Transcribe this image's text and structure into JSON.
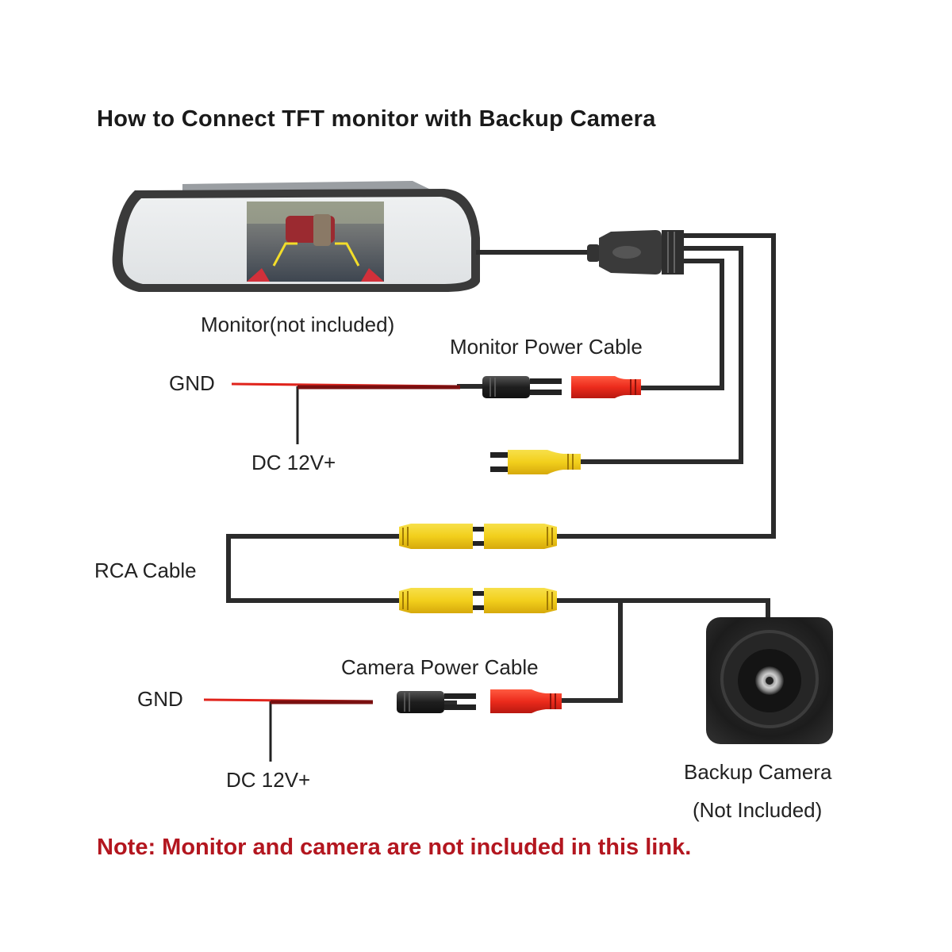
{
  "title": "How to Connect TFT monitor with Backup Camera",
  "labels": {
    "monitor": "Monitor(not included)",
    "monitor_power_cable": "Monitor Power Cable",
    "gnd_top": "GND",
    "dc_top": "DC 12V+",
    "rca_cable": "RCA Cable",
    "camera_power_cable": "Camera Power Cable",
    "gnd_bottom": "GND",
    "dc_bottom": "DC 12V+",
    "backup_camera": "Backup Camera",
    "not_included": "(Not Included)"
  },
  "note": "Note: Monitor and camera are not included in this link.",
  "colors": {
    "wire": "#2b2b2b",
    "power_red": "#e0241c",
    "rca_yellow": "#f2cf1c",
    "note_red": "#b3161f"
  }
}
